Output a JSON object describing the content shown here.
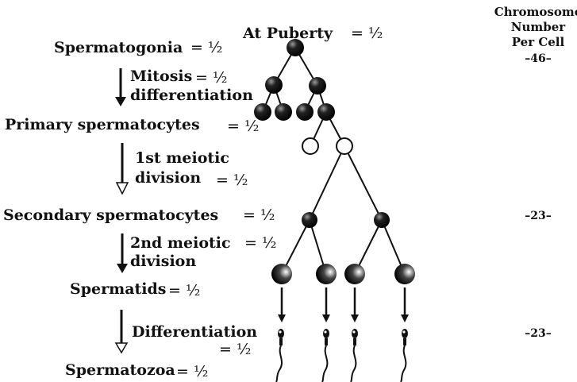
{
  "title": "At Puberty",
  "half": "= ½",
  "header": {
    "line1": "Chromosome",
    "line2": "Number",
    "line3": "Per Cell"
  },
  "chromosome_numbers": {
    "diploid": "–46–",
    "haploid_secondary": "–23–",
    "haploid_spermatozoa": "–23–"
  },
  "stages": {
    "spermatogonia": "Spermatogonia",
    "primary": "Primary spermatocytes",
    "secondary": "Secondary spermatocytes",
    "spermatids": "Spermatids",
    "spermatozoa": "Spermatozoa"
  },
  "processes": {
    "mitosis": "Mitosis",
    "differentiation_1": "differentiation",
    "meiosis1_line1": "1st meiotic",
    "meiosis1_line2": "division",
    "meiosis2_line1": "2nd meiotic",
    "meiosis2_line2": "division",
    "differentiation_2": "Differentiation"
  }
}
